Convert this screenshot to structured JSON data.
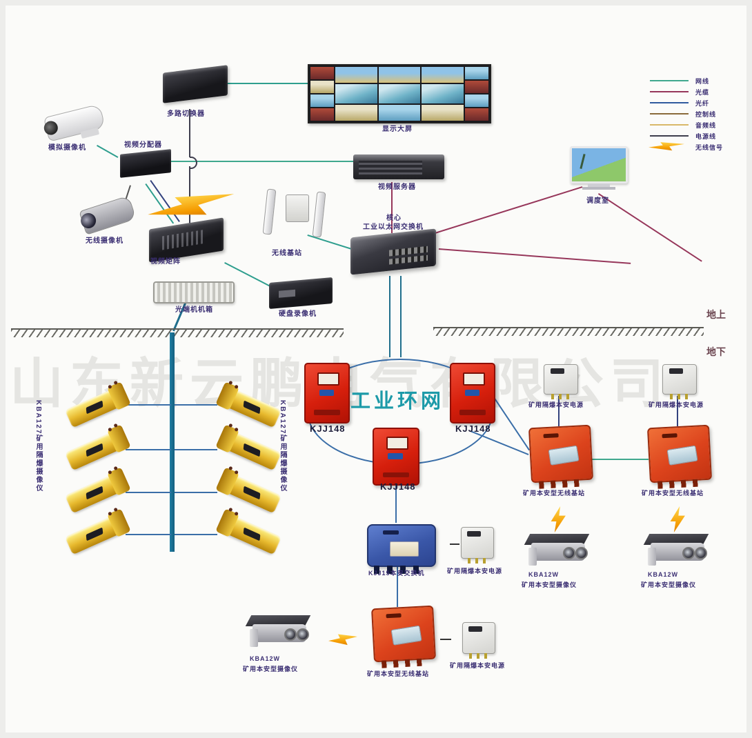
{
  "watermark": "山东新云鹏电气有限公司",
  "legend": {
    "items": [
      {
        "label": "网线",
        "color": "#3fa88e",
        "type": "line"
      },
      {
        "label": "光缆",
        "color": "#96365a",
        "type": "line"
      },
      {
        "label": "光纤",
        "color": "#2f5a9e",
        "type": "line"
      },
      {
        "label": "控制线",
        "color": "#8a6a3a",
        "type": "line"
      },
      {
        "label": "音频线",
        "color": "#d8b868",
        "type": "line"
      },
      {
        "label": "电源线",
        "color": "#3d3d4d",
        "type": "line"
      },
      {
        "label": "无线信号",
        "color": "#f5a800",
        "type": "lightning-bolt"
      }
    ]
  },
  "labels": {
    "multi_switcher": "多路切换器",
    "display_wall": "显示大屏",
    "analog_camera": "模拟摄像机",
    "video_distributor": "视频分配器",
    "wireless_camera": "无线摄像机",
    "video_matrix": "视频矩阵",
    "wireless_base": "无线基站",
    "core_line1": "核心",
    "core_line2": "工业以太网交换机",
    "video_server": "视频服务器",
    "dispatch_room": "调度室",
    "optical_chassis": "光端机机箱",
    "dvr": "硬盘录像机",
    "above_ground": "地上",
    "below_ground": "地下",
    "ring": "工业环网",
    "kjj148": "KJJ148",
    "kba127": "KBA127矿用隔爆摄像仪",
    "psu": "矿用隔爆本安电源",
    "wstation": "矿用本安型无线基站",
    "ia_switch": "KJJ15本安交换机",
    "kba12w": "KBA12W",
    "ia_camera": "矿用本安型摄像仪"
  },
  "colors": {
    "teal_cable": "#2e9e8e",
    "red_cable": "#96365a",
    "blue_fiber": "#3a6ea8",
    "underground_bus": "#1f6e8c",
    "ring_stroke": "#3a6ea8",
    "ring_text": "#1d9aa8",
    "kjj_box_red": "#d61f0c",
    "station_orange": "#dc431c",
    "ia_switch_blue": "#3a57a8",
    "camera_yellow": "#e7b92e",
    "bolt_orange": "#f5a800",
    "label_ink": "#3b2f73"
  }
}
